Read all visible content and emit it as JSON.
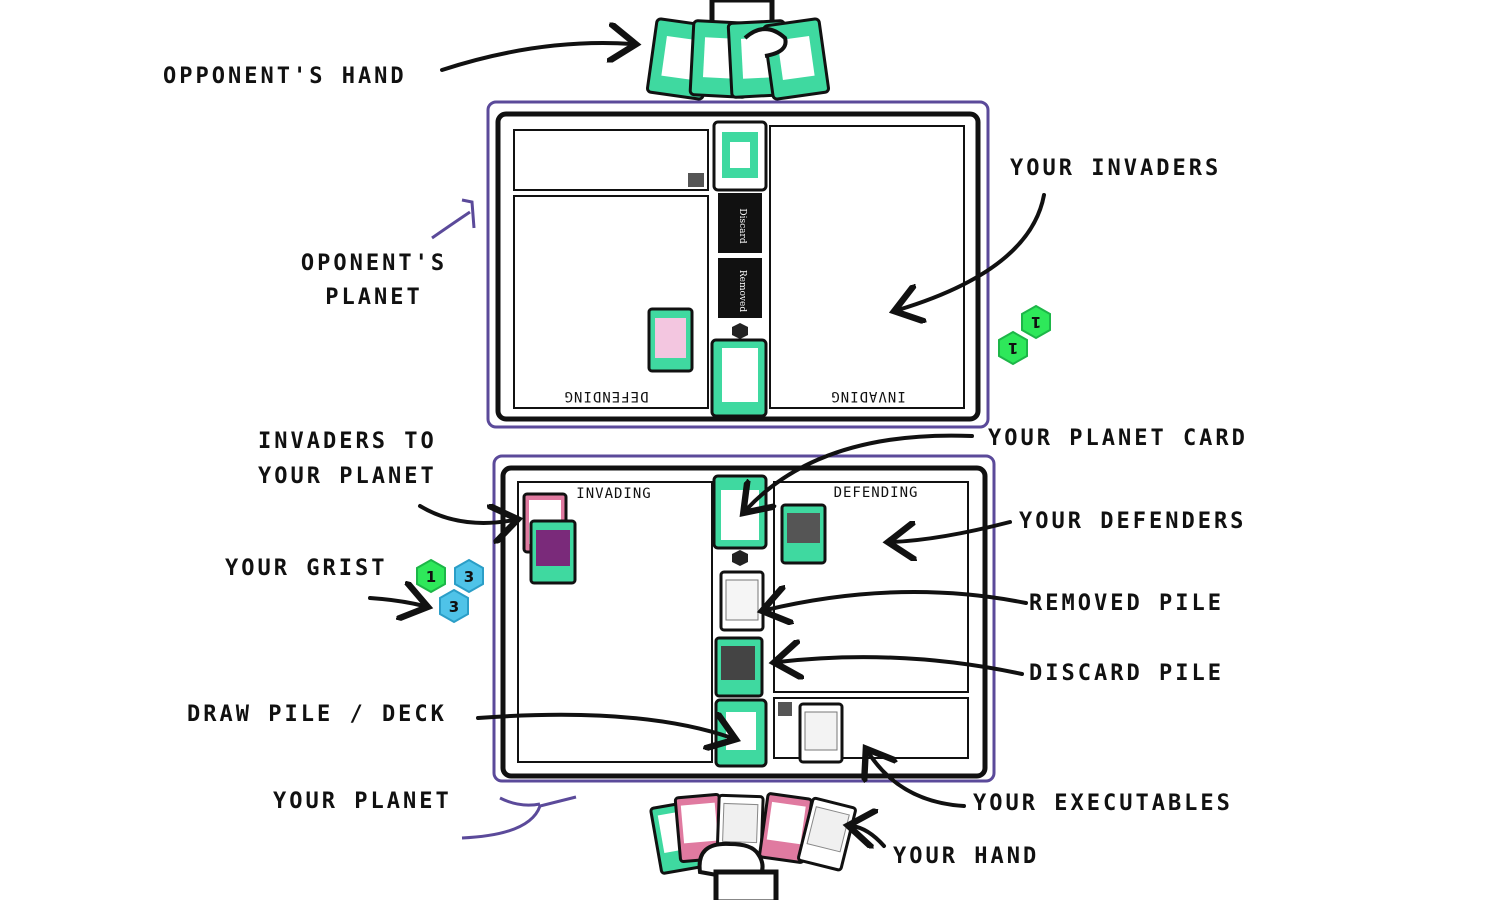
{
  "labels": {
    "opponents_hand": "OPPONENT'S HAND",
    "your_invaders": "YOUR INVADERS",
    "oponents_planet_line1": "OPONENT'S",
    "oponents_planet_line2": "PLANET",
    "invaders_to_your_planet_line1": "INVADERS TO",
    "invaders_to_your_planet_line2": "YOUR PLANET",
    "your_planet_card": "YOUR PLANET CARD",
    "your_defenders": "YOUR DEFENDERS",
    "your_grist": "YOUR GRIST",
    "removed_pile": "REMOVED PILE",
    "discard_pile": "DISCARD PILE",
    "draw_pile_deck": "DRAW PILE / DECK",
    "your_planet": "YOUR PLANET",
    "your_executables": "YOUR EXECUTABLES",
    "your_hand": "YOUR HAND"
  },
  "opponent_board": {
    "defending": "DEFENDING",
    "invading": "INVADING",
    "discard": "Discard",
    "removed": "Removed"
  },
  "player_board": {
    "invading": "INVADING",
    "defending": "DEFENDING"
  },
  "grist": {
    "opponent": [
      "1",
      "1"
    ],
    "player": [
      "1",
      "3",
      "3"
    ]
  },
  "colors": {
    "board_outline": "#5b4a9a",
    "card_green": "#3fd9a0",
    "card_pink": "#e07aa0",
    "grist_green": "#2ee85a",
    "grist_blue": "#4fc3e8"
  }
}
